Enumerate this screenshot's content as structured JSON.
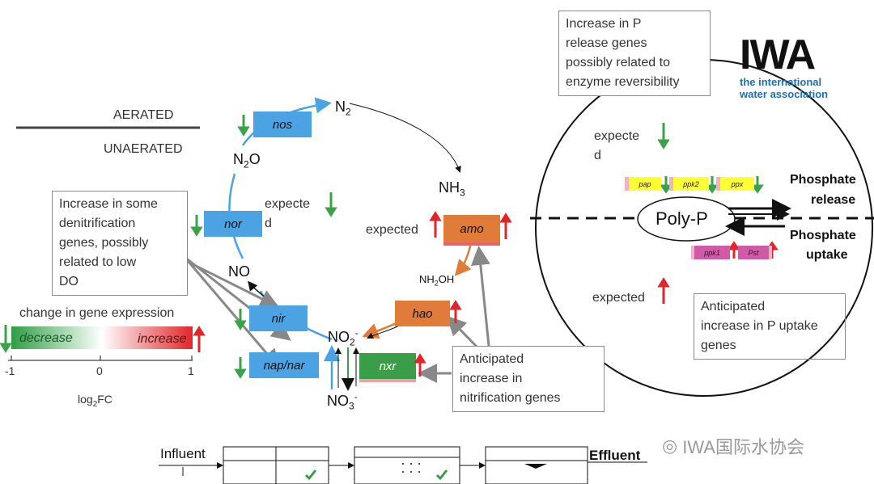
{
  "labels": {
    "aerated": "AERATED",
    "unaerated": "UNAERATED"
  },
  "compounds": {
    "n2": "N",
    "n2_sub": "2",
    "n2o_n": "N",
    "n2o_sub": "2",
    "n2o_o": "O",
    "no": "NO",
    "no2": "NO",
    "no2_sub": "2",
    "no2_sup": "-",
    "no3": "NO",
    "no3_sub": "3",
    "no3_sup": "-",
    "nh3": "NH",
    "nh3_sub": "3",
    "nh2oh": "NH",
    "nh2oh_sub": "2",
    "nh2oh_rest": "OH"
  },
  "genes": {
    "nos": "nos",
    "nor": "nor",
    "nir": "nir",
    "napnar": "nap/nar",
    "amo": "amo",
    "hao": "hao",
    "nxr": "nxr",
    "pap": "pap",
    "ppk2": "ppk2",
    "ppx": "ppx",
    "ppk1": "ppk1",
    "pst": "Pst"
  },
  "expected": {
    "left_a": "expecte",
    "left_b": "d",
    "amo": "expected",
    "circle_top_a": "expecte",
    "circle_top_b": "d",
    "circle_bottom": "expected"
  },
  "notes": {
    "denitrification": [
      "Increase in some",
      "denitrification",
      "genes, possibly",
      "related to low",
      "DO"
    ],
    "nitrification": [
      "Anticipated",
      "increase in",
      "nitrification genes"
    ],
    "p_release": [
      "Increase in P",
      "release genes",
      "possibly related to",
      "enzyme reversibility"
    ],
    "p_uptake": [
      "Anticipated",
      "increase in P uptake",
      "genes"
    ]
  },
  "legend": {
    "title": "change in gene expression",
    "decrease": "decrease",
    "increase": "increase",
    "tick_min": "-1",
    "tick_mid": "0",
    "tick_max": "1",
    "axis_a": "log",
    "axis_sub": "2",
    "axis_b": "FC"
  },
  "cell": {
    "polyp": "Poly-P",
    "release_a": "Phosphate",
    "release_b": "release",
    "uptake_a": "Phosphate",
    "uptake_b": "uptake"
  },
  "logo": {
    "mark": "IWA",
    "line1": "the international",
    "line2": "water association"
  },
  "process": {
    "influent": "Influent",
    "effluent": "Effluent"
  },
  "watermark": "IWA国际水协会",
  "colors": {
    "gene_blue": "#4ba3e3",
    "gene_orange": "#e07b39",
    "gene_green": "#3a9e48",
    "up_red": "#e0262a",
    "down_green": "#3aa34a",
    "logo_blue": "#1f6fb5"
  }
}
